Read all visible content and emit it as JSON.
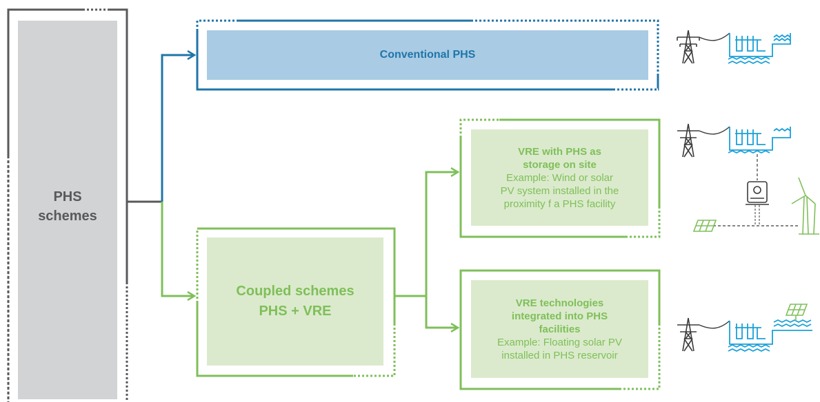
{
  "phs_schemes": {
    "line1": "PHS",
    "line2": "schemes"
  },
  "conventional": {
    "label": "Conventional PHS"
  },
  "coupled": {
    "line1": "Coupled schemes",
    "line2": "PHS + VRE"
  },
  "vre_onsite": {
    "title1": "VRE with PHS as",
    "title2": "storage on site",
    "body1": "Example: Wind or solar",
    "body2": "PV system installed in the",
    "body3": "proximity f a PHS facility"
  },
  "vre_integrated": {
    "title1": "VRE technologies",
    "title2": "integrated into PHS",
    "title3": "facilities",
    "body1": "Example: Floating solar PV",
    "body2": "installed in PHS reservoir"
  },
  "colors": {
    "gray_frame": "#58595b",
    "gray_fill": "#d2d3d5",
    "blue_frame": "#1f75a8",
    "blue_fill": "#a9cbe4",
    "green_frame": "#7fbf5a",
    "green_fill": "#dbeacc",
    "icon_dark": "#3a3a3a",
    "icon_blue": "#1aa0d8"
  },
  "icons": [
    "transmission-tower-icon",
    "hydro-dam-icon",
    "solar-panel-icon",
    "wind-turbine-icon",
    "inverter-icon"
  ]
}
